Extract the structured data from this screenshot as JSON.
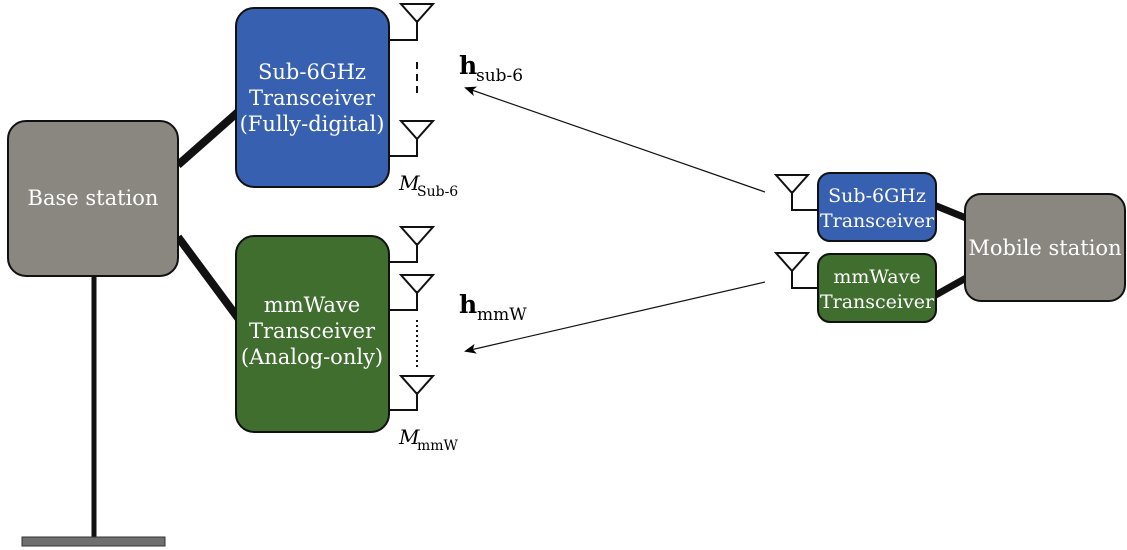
{
  "colors": {
    "base_station_fill": "#8a8680",
    "sub6_fill": "#3760b0",
    "mmwave_fill": "#3f6e2e",
    "outline": "#111111",
    "text_on_box": "#ffffff"
  },
  "base_station": {
    "label": "Base station"
  },
  "bs_sub6": {
    "line1": "Sub-6GHz",
    "line2": "Transceiver",
    "line3": "(Fully-digital)",
    "antenna_count_symbol": "M",
    "antenna_count_subscript": "Sub-6"
  },
  "bs_mmwave": {
    "line1": "mmWave",
    "line2": "Transceiver",
    "line3": "(Analog-only)",
    "antenna_count_symbol": "M",
    "antenna_count_subscript": "mmW"
  },
  "channels": {
    "sub6_symbol": "h",
    "sub6_subscript": "sub-6",
    "mmw_symbol": "h",
    "mmw_subscript": "mmW"
  },
  "mobile_station": {
    "label": "Mobile station"
  },
  "ms_sub6": {
    "line1": "Sub-6GHz",
    "line2": "Transceiver"
  },
  "ms_mmwave": {
    "line1": "mmWave",
    "line2": "Transceiver"
  },
  "icons": {
    "antenna": "antenna-icon",
    "mast": "mast-icon",
    "arrow": "arrow-icon"
  }
}
